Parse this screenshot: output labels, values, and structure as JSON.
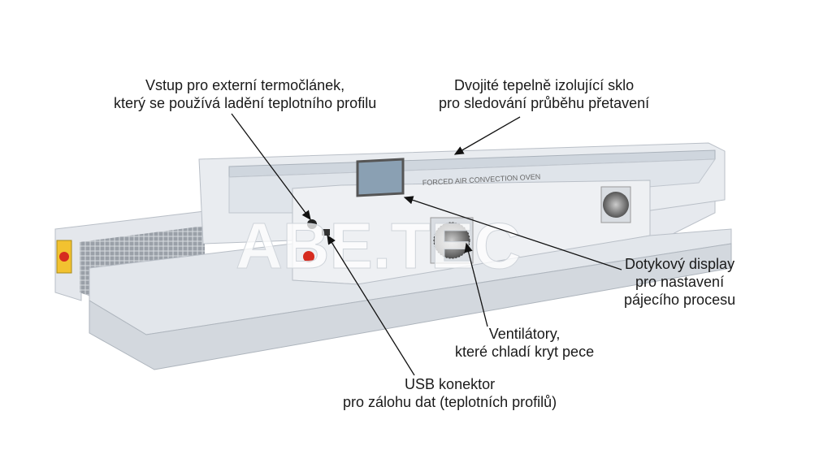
{
  "oven_panel_text": "FORCED AIR CONVECTION OVEN",
  "watermark": "ABE.TEC",
  "annotations": {
    "thermocouple": [
      "Vstup pro externí termočlánek,",
      "který se používá ladění teplotního profilu"
    ],
    "glass": [
      "Dvojité tepelně izolující sklo",
      "pro sledování průběhu přetavení"
    ],
    "display": [
      "Dotykový display",
      "pro nastavení",
      "pájecího procesu"
    ],
    "fans": [
      "Ventilátory,",
      "které chladí kryt pece"
    ],
    "usb": [
      "USB konektor",
      "pro zálohu dat (teplotních profilů)"
    ]
  },
  "colors": {
    "body": "#e3e7ec",
    "shadow": "#c4cad2",
    "estop": "#d62b1f",
    "switch": "#f2c230"
  }
}
